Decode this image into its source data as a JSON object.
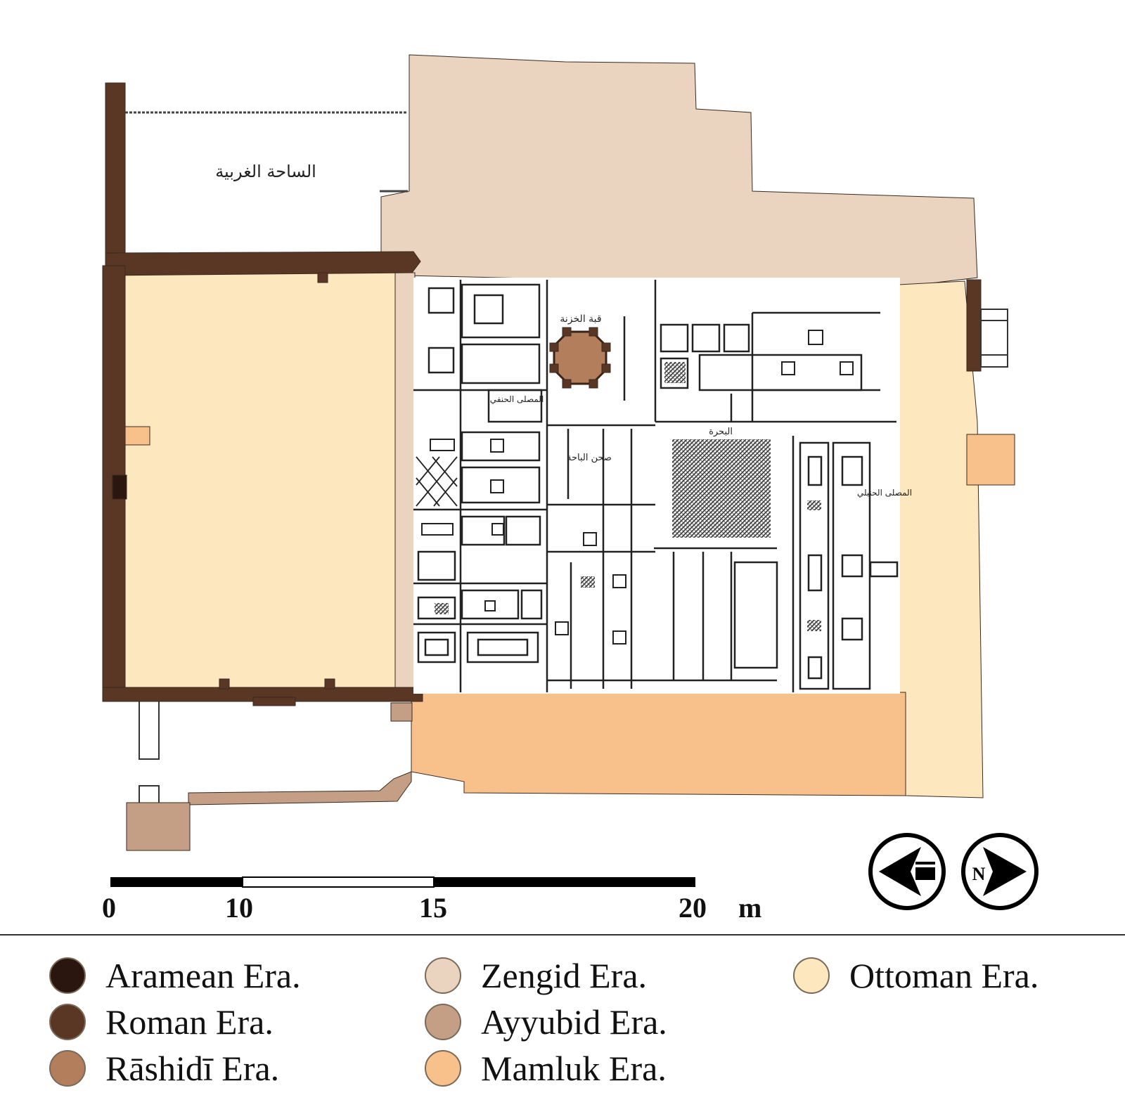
{
  "colors": {
    "aramean": "#2a160f",
    "roman": "#5a3624",
    "rashidi": "#b27e5c",
    "zengid": "#ead3bf",
    "ayyubid": "#c49f86",
    "mamluk": "#f8c08a",
    "ottoman": "#fde7be"
  },
  "plan": {
    "labels": {
      "west_court": "الساحة الغربية",
      "dome": "قبة الخزنة",
      "shrine": "صحن الباحة",
      "fountain": "البحرة",
      "hall_left": "المصلى الحنفي",
      "hall_right": "المصلى الحنبلي"
    }
  },
  "scale_bar": {
    "ticks": [
      "0",
      "10",
      "15",
      "20"
    ],
    "unit": "m"
  },
  "compass": {
    "qibla_icon": "kaaba-arrow-icon",
    "north_icon": "north-arrow-icon",
    "north_letter": "N"
  },
  "legend": [
    {
      "key": "aramean",
      "label": "Aramean Era."
    },
    {
      "key": "roman",
      "label": "Roman Era."
    },
    {
      "key": "rashidi",
      "label": "Rāshidī Era."
    },
    {
      "key": "zengid",
      "label": "Zengid Era."
    },
    {
      "key": "ayyubid",
      "label": "Ayyubid Era."
    },
    {
      "key": "mamluk",
      "label": "Mamluk Era."
    },
    {
      "key": "ottoman",
      "label": "Ottoman Era."
    }
  ]
}
